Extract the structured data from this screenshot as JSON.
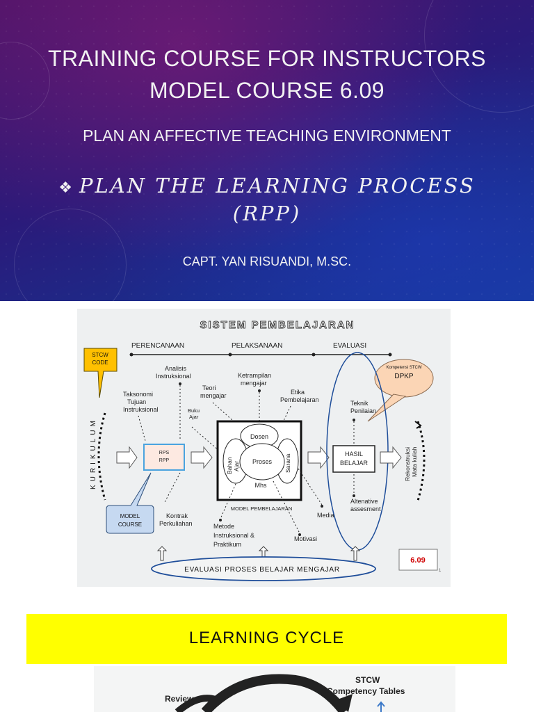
{
  "slide": {
    "title_line1": "TRAINING COURSE FOR INSTRUCTORS",
    "title_line2": "MODEL  COURSE  6.09",
    "subtitle": "PLAN AN AFFECTIVE TEACHING ENVIRONMENT",
    "bullet_symbol": "❖",
    "bullet_line1": "PLAN THE  LEARNING  PROCESS",
    "bullet_line2": "(RPP)",
    "author": "CAPT. YAN RISUANDI, M.SC."
  },
  "diagram": {
    "title": "SISTEM PEMBELAJARAN",
    "phase_1": "PERENCANAAN",
    "phase_2": "PELAKSANAAN",
    "phase_3": "EVALUASI",
    "stcw_code_1": "STCW",
    "stcw_code_2": "CODE",
    "kompetensi": "Kompetensi  STCW",
    "dpkp": "DPKP",
    "kurikulum": "KURIKULUM",
    "analisis_1": "Analisis",
    "analisis_2": "Instruksional",
    "taksonomi_1": "Taksonomi",
    "taksonomi_2": "Tujuan",
    "taksonomi_3": "Instruksional",
    "buku_1": "Buku",
    "buku_2": "Ajar",
    "teori_1": "Teori",
    "teori_2": "mengajar",
    "ketrampilan_1": "Ketrampilan",
    "ketrampilan_2": "mengajar",
    "etika_1": "Etika",
    "etika_2": "Pembelajaran",
    "teknik_1": "Teknik",
    "teknik_2": "Penilaian",
    "rps": "RPS",
    "rpp": "RPP",
    "dosen": "Dosen",
    "proses": "Proses",
    "mhs": "Mhs",
    "bahan_1": "Bahan",
    "bahan_2": "Ajar",
    "sarana": "Sarana",
    "hasil_1": "HASIL",
    "hasil_2": "BELAJAR",
    "rekonstruksi_1": "Rekonstruksi",
    "rekonstruksi_2": "Mata kuliah",
    "model_pembelajaran": "MODEL PEMBELAJARAN",
    "model_course_1": "MODEL",
    "model_course_2": "COURSE",
    "kontrak_1": "Kontrak",
    "kontrak_2": "Perkuliahan",
    "metode_1": "Metode",
    "metode_2": "Instruksional &",
    "metode_3": "Praktikum",
    "media": "Media",
    "motivasi": "Motivasi",
    "alternative_1": "Altenative",
    "alternative_2": "assesment",
    "evaluasi_proses": "EVALUASI PROSES BELAJAR MENGAJAR",
    "course_number": "6.09",
    "page_mark": "1"
  },
  "learning_cycle": {
    "heading": "LEARNING  CYCLE",
    "review_label": "Review",
    "stcw_1": "STCW",
    "stcw_2": "Competency Tables"
  },
  "colors": {
    "callout_orange": "#ffc000",
    "callout_peach": "#fbd5b5",
    "callout_blue": "#c6d9f1",
    "highlight_box_red": "#d00000",
    "yellow_band": "#ffff00"
  }
}
